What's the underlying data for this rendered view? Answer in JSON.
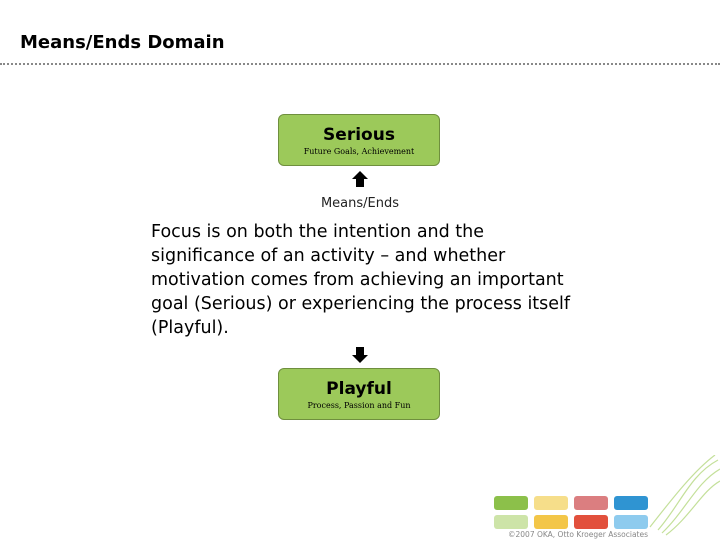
{
  "slide": {
    "title": "Means/Ends Domain"
  },
  "diagram": {
    "top_box": {
      "title": "Serious",
      "subtitle": "Future Goals, Achievement"
    },
    "center_label": "Means/Ends",
    "description": "Focus is on both the intention and the significance of an activity – and whether motivation comes from achieving an important goal (Serious) or experiencing the process itself (Playful).",
    "bottom_box": {
      "title": "Playful",
      "subtitle": "Process, Passion and Fun"
    }
  },
  "footer": {
    "copyright": "©2007 OKA, Otto Kroeger Associates"
  },
  "colors": {
    "box_fill": "#9cc95a",
    "box_border": "#6f8f3e",
    "tiles": [
      "#8cc04a",
      "#f6de8a",
      "#db7e80",
      "#2f94d2",
      "#cde4a8",
      "#f3c648",
      "#e2503c",
      "#8ecbee"
    ]
  },
  "icons": {
    "up": "arrow-up-icon",
    "down": "arrow-down-icon"
  }
}
